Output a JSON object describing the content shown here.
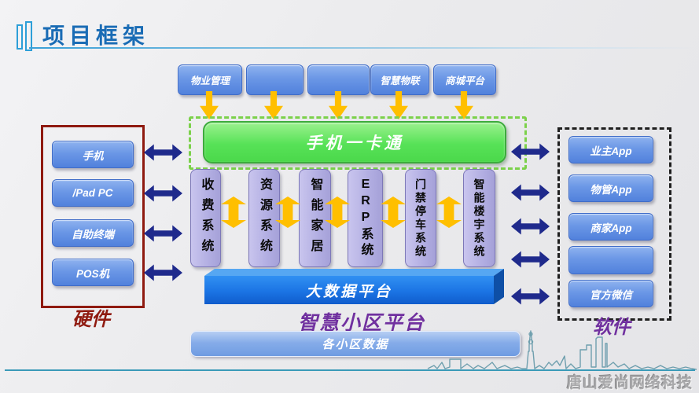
{
  "slide": {
    "title": "项目框架",
    "watermark": "唐山爱尚网络科技"
  },
  "top_modules": {
    "items": [
      {
        "label": "物业管理"
      },
      {
        "label": ""
      },
      {
        "label": ""
      },
      {
        "label": "智慧物联"
      },
      {
        "label": "商城平台"
      }
    ]
  },
  "card_platform": {
    "label": "手机一卡通"
  },
  "systems": {
    "items": [
      {
        "label": "收费系统"
      },
      {
        "label": "资源系统"
      },
      {
        "label": "智能家居"
      },
      {
        "label": "ERP系统"
      },
      {
        "label": "门禁停车系统"
      },
      {
        "label": "智能楼宇系统"
      }
    ]
  },
  "big_data": {
    "label": "大数据平台"
  },
  "bottom": {
    "platform_caption": "智慧小区平台",
    "community_data_label": "各小区数据"
  },
  "hardware": {
    "caption": "硬件",
    "items": [
      {
        "label": "手机"
      },
      {
        "label": "/Pad PC"
      },
      {
        "label": "自助终端"
      },
      {
        "label": "POS机"
      }
    ]
  },
  "software": {
    "caption": "软件",
    "items": [
      {
        "label": "业主App"
      },
      {
        "label": "物管App"
      },
      {
        "label": "商家App"
      },
      {
        "label": ""
      },
      {
        "label": "官方微信"
      }
    ]
  },
  "colors": {
    "button_blue": "#6b97e6",
    "node_purple": "#b2aee2",
    "banner_green": "#57e257",
    "navy_arrow": "#1f2a8c",
    "orange_arrow": "#ffbf00",
    "big_data_blue": "#1b74e4",
    "title_blue": "#1a6cb5",
    "hardware_red": "#8f1a10",
    "software_purple": "#70309f"
  }
}
